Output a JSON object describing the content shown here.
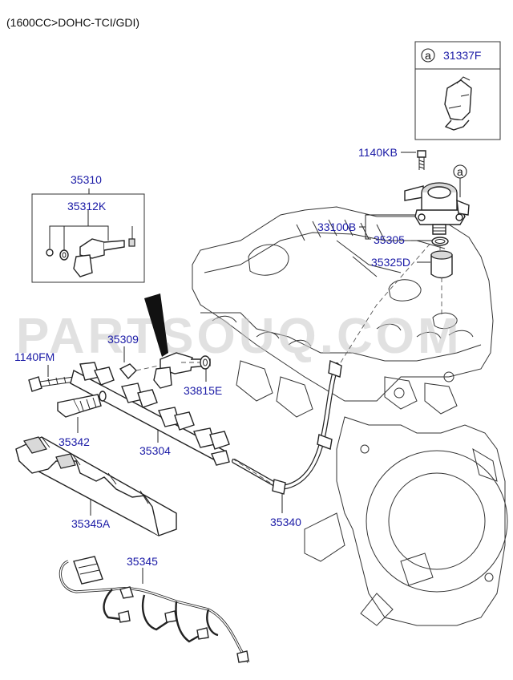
{
  "header": {
    "engine": "(1600CC>DOHC-TCI/GDI)"
  },
  "watermark": "PARTSOUQ.COM",
  "inset": {
    "circle_letter": "a",
    "part": "31337F"
  },
  "pump_circle_letter": "a",
  "labels": {
    "p1140KB": "1140KB",
    "p35310": "35310",
    "p35312K": "35312K",
    "p33100B": "33100B",
    "p35305": "35305",
    "p35325D": "35325D",
    "p35309": "35309",
    "p1140FM": "1140FM",
    "p33815E": "33815E",
    "p35342": "35342",
    "p35304": "35304",
    "p35340": "35340",
    "p35345A": "35345A",
    "p35345": "35345"
  },
  "colors": {
    "label": "#1a1aa6",
    "line": "#222222",
    "watermark": "#c9c9c9"
  }
}
